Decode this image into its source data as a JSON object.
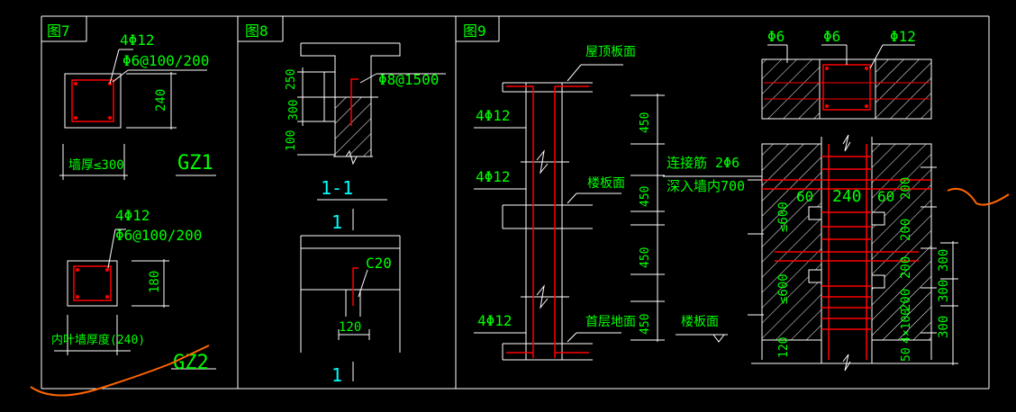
{
  "colors": {
    "background": "#000000",
    "outline": "#ffffff",
    "rebar": "#ff0000",
    "text": "#00ff00",
    "section_label": "#00ffff",
    "markup": "#ff6600"
  },
  "panel7": {
    "title": "图7",
    "gz1": {
      "main_bars": "4Φ12",
      "stirrups": "Φ6@100/200",
      "dim": "240",
      "wall_note": "墙厚≤300",
      "tag": "GZ1"
    },
    "gz2": {
      "main_bars": "4Φ12",
      "stirrups": "Φ6@100/200",
      "dim": "180",
      "wall_note": "内叶墙厚度(240)",
      "tag": "GZ2"
    }
  },
  "panel8": {
    "title": "图8",
    "dims": [
      "250",
      "300",
      "100"
    ],
    "bar_note": "Φ8@1500",
    "section_label": "1-1",
    "cut_mark": "1",
    "concrete": "C20",
    "width": "120"
  },
  "panel9": {
    "title": "图9",
    "elevation": {
      "roof_label": "屋顶板面",
      "floor_label": "楼板面",
      "ground_label": "首层地面",
      "bars": [
        "4Φ12",
        "4Φ12",
        "4Φ12"
      ],
      "dims": [
        "450",
        "450",
        "450",
        "450"
      ],
      "slab_label": "楼板面"
    },
    "plan": {
      "labels": [
        "Φ6",
        "Φ6",
        "Φ12"
      ]
    },
    "detail": {
      "tie_line1": "连接筋 2Φ6",
      "tie_line2": "深入墙内700",
      "width_dims": [
        "60",
        "240",
        "60"
      ],
      "left_dims": [
        "≤600",
        "≤600",
        "120"
      ],
      "right_dims": [
        "200",
        "200",
        "200",
        "200",
        "4×100",
        "50"
      ],
      "far_right_dims": [
        "300",
        "300",
        "300"
      ]
    }
  }
}
